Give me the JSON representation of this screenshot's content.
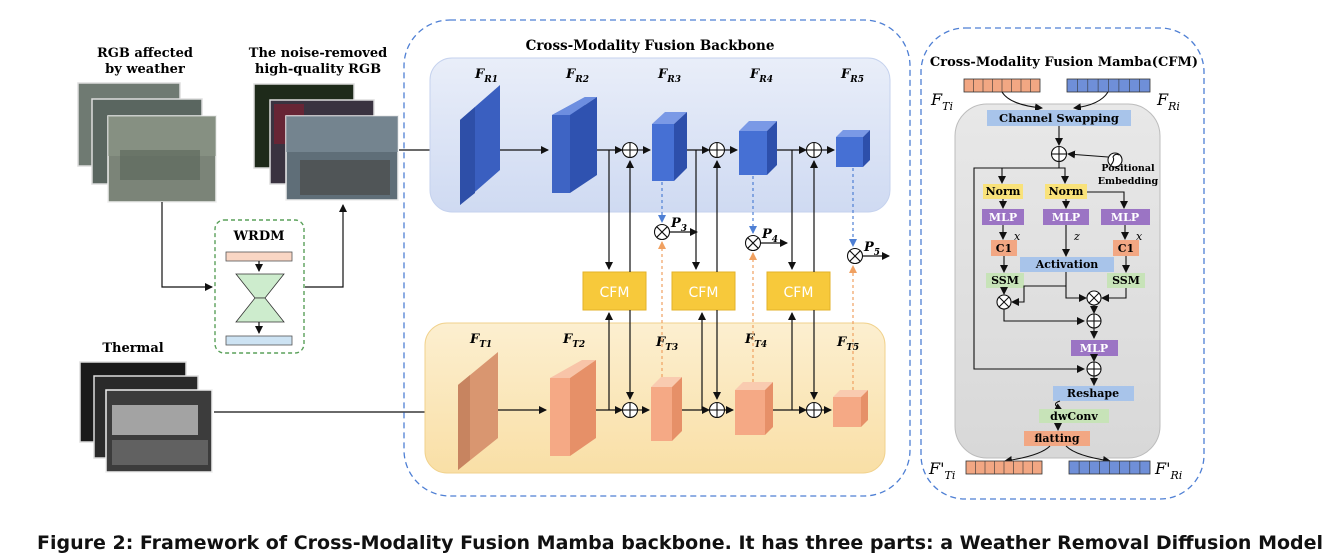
{
  "left": {
    "rgb_weather_label": [
      "RGB affected",
      "by weather"
    ],
    "rgb_clean_label": [
      "The noise-removed",
      "high-quality RGB"
    ],
    "thermal_label": "Thermal",
    "wrdm_label": "WRDM"
  },
  "backbone": {
    "title": "Cross-Modality Fusion Backbone",
    "rgb_features": [
      "F_R1",
      "F_R2",
      "F_R3",
      "F_R4",
      "F_R5"
    ],
    "thermal_features": [
      "F_T1",
      "F_T2",
      "F_T3",
      "F_T4",
      "F_T5"
    ],
    "cfm_label": "CFM",
    "outputs": [
      "P_3",
      "P_4",
      "P_5"
    ]
  },
  "cfm": {
    "title": "Cross-Modality Fusion Mamba(CFM)",
    "input_t": "F_Ti",
    "input_r": "F_Ri",
    "output_t": "F'_Ti",
    "output_r": "F'_Ri",
    "channel_swapping": "Channel Swapping",
    "positional_embedding": [
      "Positional",
      "Embedding"
    ],
    "norm": "Norm",
    "mlp": "MLP",
    "c1": "C1",
    "ssm": "SSM",
    "activation": "Activation",
    "var_x": "x",
    "var_z": "z",
    "reshape": "Reshape",
    "dwconv": "dwConv",
    "flatting": "flatting"
  },
  "caption": "Figure 2: Framework of Cross-Modality Fusion Mamba backbone. It has three parts: a Weather Removal Diffusion Model",
  "colors": {
    "rgb_block": "#3f67c8",
    "thermal_block": "#f2a783",
    "rgb_panel": "#dfe6f6",
    "thermal_panel": "#fbe8bf",
    "cfm_box": "#f7c93b",
    "dashed": "#4e7fd4"
  }
}
